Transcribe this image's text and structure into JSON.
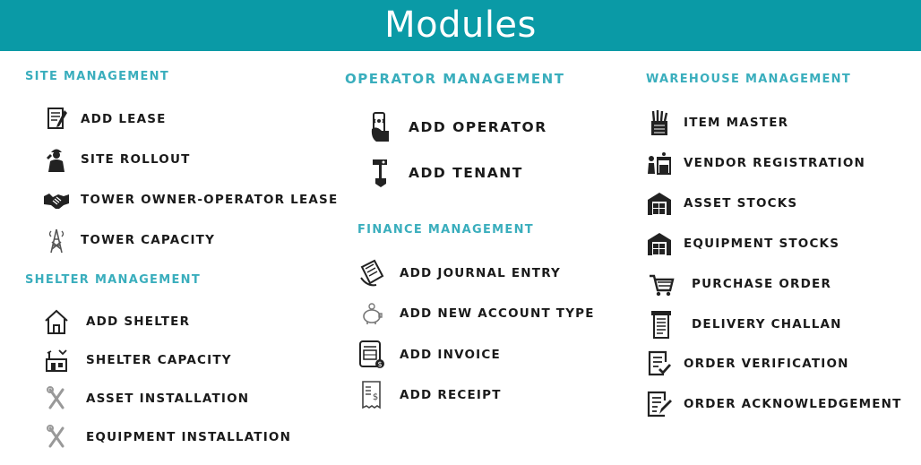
{
  "header": {
    "title": "Modules"
  },
  "colors": {
    "header_bg": "#0a9aa6",
    "section_title": "#3aaebd",
    "item_text": "#1a1a1a"
  },
  "site": {
    "title": "SITE MANAGEMENT",
    "items": [
      {
        "label": "ADD LEASE",
        "icon": "lease-document-icon"
      },
      {
        "label": "SITE ROLLOUT",
        "icon": "engineer-icon"
      },
      {
        "label": "TOWER OWNER-OPERATOR LEASE",
        "icon": "handshake-icon"
      },
      {
        "label": "TOWER CAPACITY",
        "icon": "tower-icon"
      }
    ]
  },
  "shelter": {
    "title": "SHELTER MANAGEMENT",
    "items": [
      {
        "label": "ADD SHELTER",
        "icon": "house-icon"
      },
      {
        "label": "SHELTER CAPACITY",
        "icon": "shelter-building-icon"
      },
      {
        "label": "ASSET INSTALLATION",
        "icon": "tools-icon"
      },
      {
        "label": "EQUIPMENT INSTALLATION",
        "icon": "tools-icon"
      }
    ]
  },
  "operator": {
    "title": "OPERATOR MANAGEMENT",
    "items": [
      {
        "label": "ADD OPERATOR",
        "icon": "phone-hand-icon"
      },
      {
        "label": "ADD TENANT",
        "icon": "tenant-key-icon"
      }
    ]
  },
  "finance": {
    "title": "FINANCE MANAGEMENT",
    "items": [
      {
        "label": "ADD JOURNAL ENTRY",
        "icon": "journal-icon"
      },
      {
        "label": "ADD NEW ACCOUNT TYPE",
        "icon": "piggy-bank-icon"
      },
      {
        "label": "ADD INVOICE",
        "icon": "invoice-icon"
      },
      {
        "label": "ADD RECEIPT",
        "icon": "receipt-icon"
      }
    ]
  },
  "warehouse": {
    "title": "WAREHOUSE MANAGEMENT",
    "items": [
      {
        "label": "ITEM MASTER",
        "icon": "item-box-icon"
      },
      {
        "label": "VENDOR REGISTRATION",
        "icon": "vendor-stall-icon"
      },
      {
        "label": "ASSET STOCKS",
        "icon": "warehouse-icon"
      },
      {
        "label": "EQUIPMENT STOCKS",
        "icon": "warehouse-icon"
      },
      {
        "label": "PURCHASE ORDER",
        "icon": "cart-icon"
      },
      {
        "label": "DELIVERY CHALLAN",
        "icon": "challan-icon"
      },
      {
        "label": "ORDER VERIFICATION",
        "icon": "verify-checklist-icon"
      },
      {
        "label": "ORDER ACKNOWLEDGEMENT",
        "icon": "acknowledge-checklist-icon"
      }
    ]
  }
}
